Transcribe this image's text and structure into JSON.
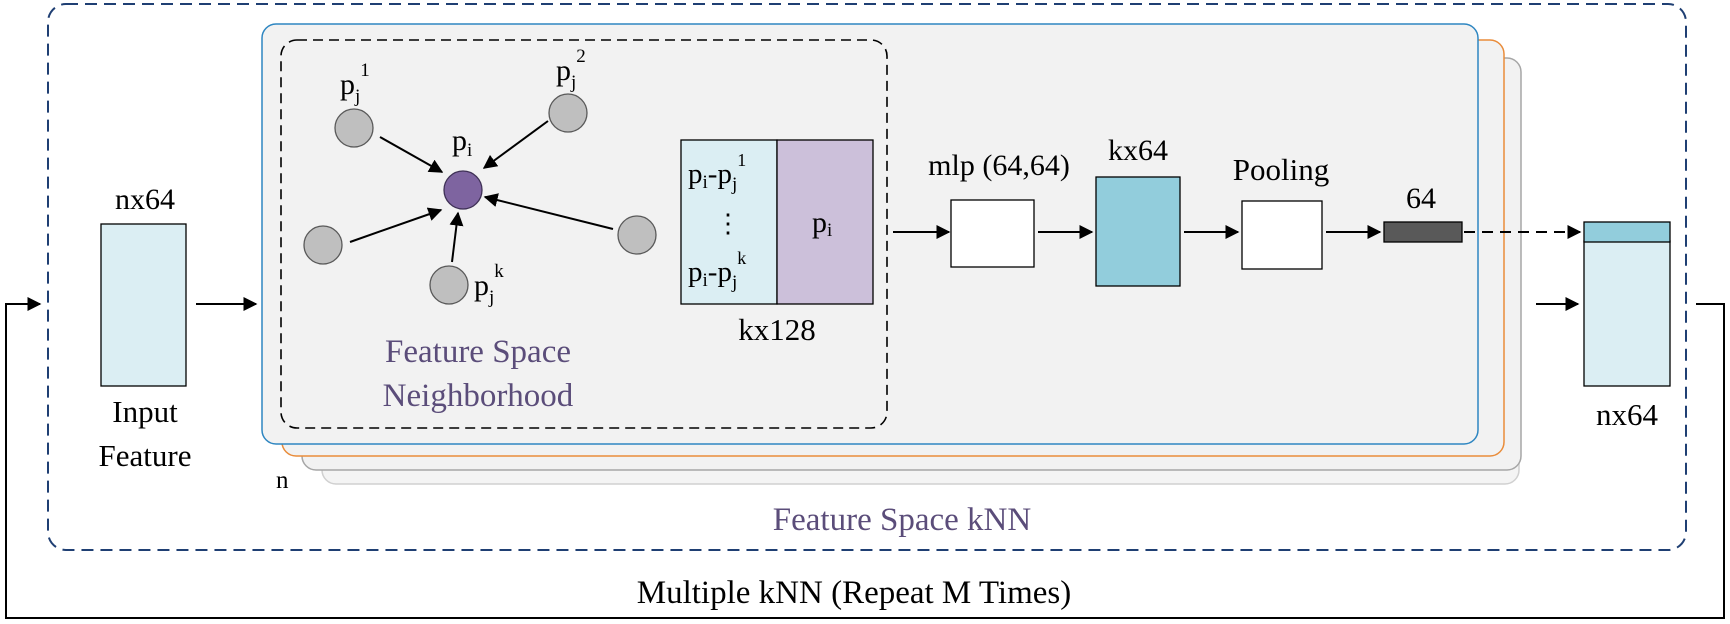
{
  "labels": {
    "input_dim": "nx64",
    "input_name_line1": "Input",
    "input_name_line2": "Feature",
    "neighbor_label_1": "p",
    "neighbor_sub_1": "j",
    "neighbor_sup_1": "1",
    "neighbor_label_2": "p",
    "neighbor_sub_2": "j",
    "neighbor_sup_2": "2",
    "neighbor_label_k": "p",
    "neighbor_sub_k": "j",
    "neighbor_sup_k": "k",
    "center_label": "p",
    "center_sub": "i",
    "neighborhood_line1": "Feature Space",
    "neighborhood_line2": "Neighborhood",
    "diff_top_p": "p",
    "diff_top_i": "i",
    "diff_top_dash_p": "-p",
    "diff_top_j": "j",
    "diff_top_sup": "1",
    "diff_dots": "⋮",
    "diff_bot_p": "p",
    "diff_bot_i": "i",
    "diff_bot_dash_p": "-p",
    "diff_bot_j": "j",
    "diff_bot_sup": "k",
    "concat_right_p": "p",
    "concat_right_i": "i",
    "concat_dim": "kx128",
    "mlp_label": "mlp (64,64)",
    "mlp_out_dim": "kx64",
    "pooling_label": "Pooling",
    "pooled_dim": "64",
    "stack_count": "n",
    "knn_module": "Feature Space kNN",
    "output_dim": "nx64",
    "repeat_label": "Multiple kNN (Repeat M Times)"
  },
  "colors": {
    "outer_dash": "#1f3f73",
    "panel_border": "#2e86c1",
    "panel_fill": "#f2f2f2",
    "panel_orange": "#e98c3a",
    "light_blue": "#dbeef3",
    "teal": "#92cddc",
    "lavender": "#ccc0da",
    "center_node": "#7e64a0",
    "gray_node": "#bfbfbf",
    "dark_bar": "#595959",
    "purple_text": "#5b4d7a"
  }
}
